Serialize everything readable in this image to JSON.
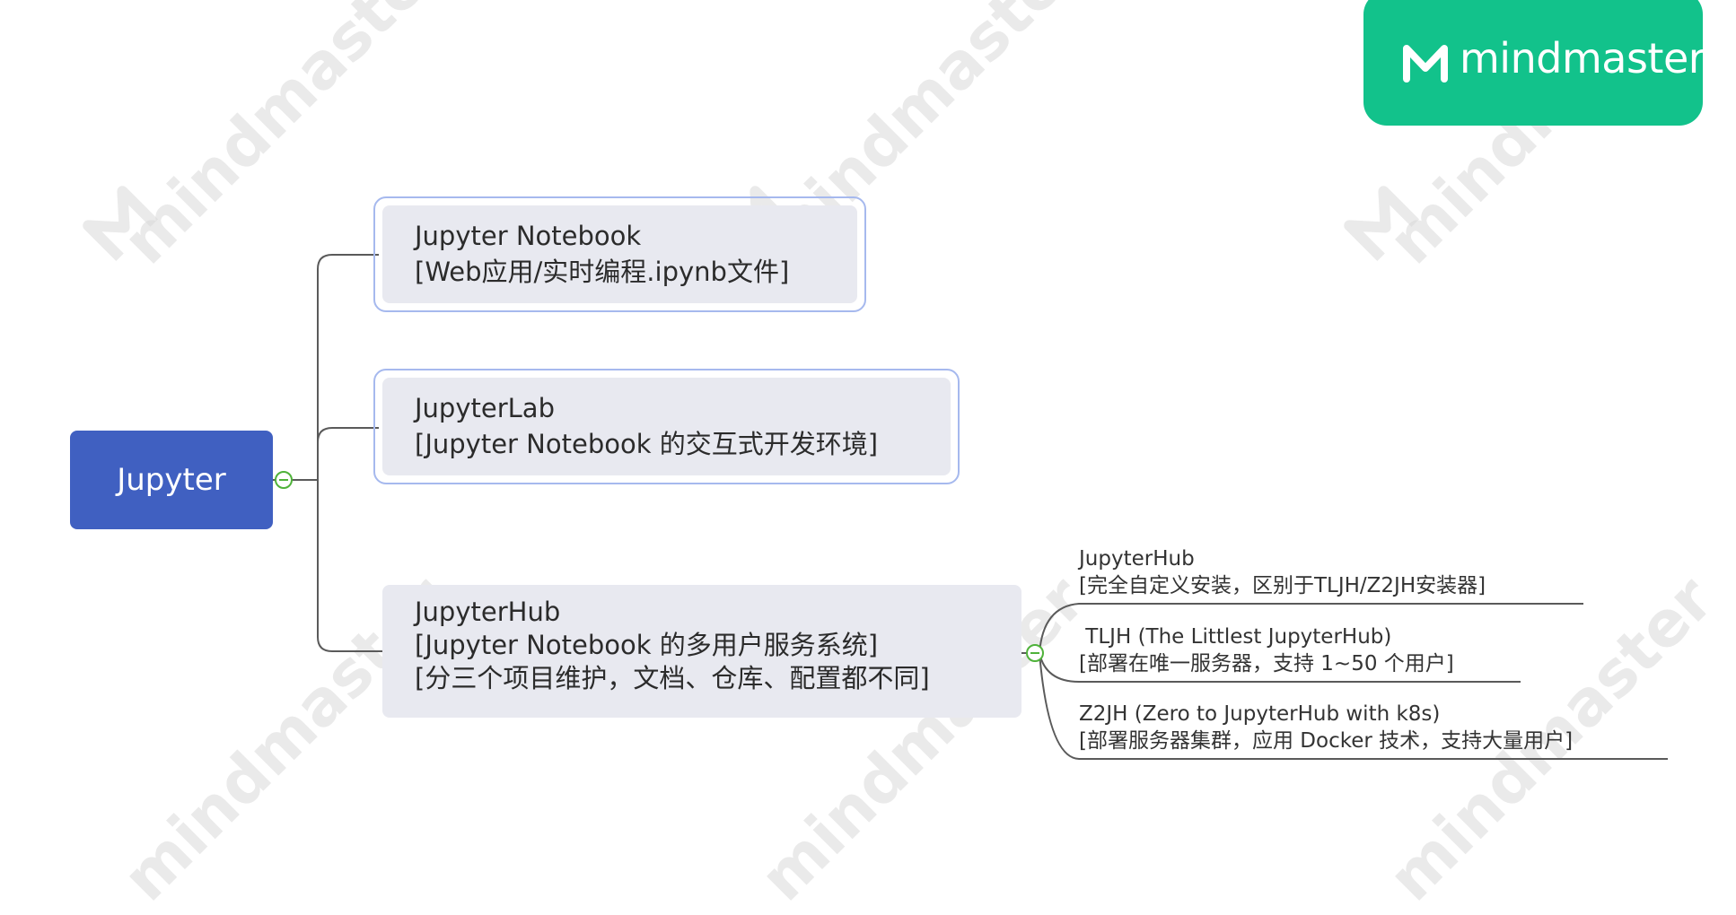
{
  "brand": {
    "name": "mindmaster",
    "color": "#12c28b",
    "icon": "mindmaster-logo-icon"
  },
  "watermark": {
    "text": "mindmaster"
  },
  "mindmap": {
    "root": {
      "label": "Jupyter",
      "color": "#4060c1"
    },
    "collapse_icon": "collapse-minus-icon",
    "topics": [
      {
        "lines": [
          "Jupyter Notebook",
          "[Web应用/实时编程.ipynb文件]"
        ]
      },
      {
        "lines": [
          "JupyterLab",
          "[Jupyter Notebook 的交互式开发环境]"
        ]
      },
      {
        "lines": [
          "JupyterHub",
          "[Jupyter Notebook 的多用户服务系统]",
          "[分三个项目维护，文档、仓库、配置都不同]"
        ],
        "subtopics": [
          {
            "lines": [
              "JupyterHub",
              "[完全自定义安装，区别于TLJH/Z2JH安装器]"
            ]
          },
          {
            "lines": [
              " TLJH (The Littlest JupyterHub)",
              "[部署在唯一服务器，支持 1~50 个用户]"
            ]
          },
          {
            "lines": [
              "Z2JH (Zero to JupyterHub with k8s)",
              "[部署服务器集群，应用 Docker 技术，支持大量用户]"
            ]
          }
        ]
      }
    ]
  }
}
